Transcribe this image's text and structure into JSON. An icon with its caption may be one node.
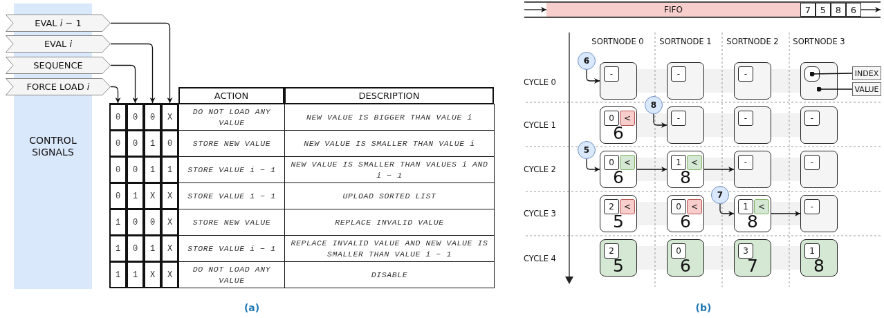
{
  "diagram": {
    "nodes": [
      {
        "text": [
          "CONTROL SIGNALS"
        ]
      },
      {
        "text": [
          "EVAL *i* − 1"
        ]
      },
      {
        "text": [
          "EVAL *i*"
        ]
      },
      {
        "text": [
          "SEQUENCE"
        ]
      },
      {
        "text": [
          "FORCE LOAD *i*"
        ]
      },
      {
        "text": [
          "FIFO"
        ]
      },
      {
        "text": [
          "7"
        ]
      },
      {
        "text": [
          "5"
        ]
      },
      {
        "text": [
          "8"
        ]
      },
      {
        "text": [
          "6"
        ]
      },
      {
        "text": [
          "6"
        ]
      },
      {
        "text": [],
        "shape": "box"
      },
      {
        "text": [
          "-"
        ],
        "in": 11
      },
      {
        "text": [],
        "shape": "box"
      },
      {
        "text": [
          "-"
        ],
        "in": 13
      },
      {
        "text": [],
        "shape": "box"
      },
      {
        "text": [
          "-"
        ],
        "in": 15
      },
      {
        "text": [],
        "shape": "box"
      },
      {
        "text": [],
        "shape": "box",
        "in": 17
      },
      {
        "text": [
          "INDEX"
        ]
      },
      {
        "text": [
          "VALUE"
        ]
      },
      {
        "text": [
          "6"
        ]
      },
      {
        "text": [
          "0"
        ],
        "in": 21
      },
      {
        "text": [
          "<"
        ],
        "in": 21
      },
      {
        "text": [
          "8"
        ]
      },
      {
        "text": [],
        "shape": "box"
      },
      {
        "text": [
          "-"
        ],
        "in": 25
      },
      {
        "text": [],
        "shape": "box"
      },
      {
        "text": [
          "-"
        ],
        "in": 27
      },
      {
        "text": [],
        "shape": "box"
      },
      {
        "text": [
          "-"
        ],
        "in": 29
      },
      {
        "text": [
          "5"
        ]
      },
      {
        "text": [
          "6"
        ]
      },
      {
        "text": [
          "0"
        ],
        "in": 32
      },
      {
        "text": [
          "<"
        ],
        "in": 32
      },
      {
        "text": [
          "8"
        ]
      },
      {
        "text": [
          "1"
        ],
        "in": 35
      },
      {
        "text": [
          "<"
        ],
        "in": 35
      },
      {
        "text": [],
        "shape": "box"
      },
      {
        "text": [
          "-"
        ],
        "in": 38
      },
      {
        "text": [],
        "shape": "box"
      },
      {
        "text": [
          "-"
        ],
        "in": 40
      },
      {
        "text": [
          "5"
        ]
      },
      {
        "text": [
          "2"
        ],
        "in": 42
      },
      {
        "text": [
          "<"
        ],
        "in": 42
      },
      {
        "text": [
          "6"
        ]
      },
      {
        "text": [
          "0"
        ],
        "in": 45
      },
      {
        "text": [
          "<"
        ],
        "in": 45
      },
      {
        "text": [
          "7"
        ]
      },
      {
        "text": [
          "8"
        ]
      },
      {
        "text": [
          "1"
        ],
        "in": 49
      },
      {
        "text": [
          "<"
        ],
        "in": 49
      },
      {
        "text": [],
        "shape": "box"
      },
      {
        "text": [
          "-"
        ],
        "in": 52
      },
      {
        "text": [
          "5"
        ]
      },
      {
        "text": [
          "2"
        ],
        "in": 54
      },
      {
        "text": [
          "6"
        ]
      },
      {
        "text": [
          "0"
        ],
        "in": 56
      },
      {
        "text": [
          "7"
        ]
      },
      {
        "text": [
          "3"
        ],
        "in": 58
      },
      {
        "text": [
          "8"
        ]
      },
      {
        "text": [
          "1"
        ],
        "in": 60
      },
      {
        "text": [],
        "shape": "bar"
      },
      {
        "text": [],
        "shape": "bar"
      },
      {
        "text": [],
        "shape": "bar"
      },
      {
        "text": [],
        "shape": "bar"
      }
    ],
    "edges": [
      {
        "from": 1,
        "to": 65,
        "arrow": "to"
      },
      {
        "from": 2,
        "to": 64,
        "arrow": "to"
      },
      {
        "from": 3,
        "to": 63,
        "arrow": "to"
      },
      {
        "from": 4,
        "to": 62,
        "arrow": "to"
      },
      {
        "from": null,
        "to": 5,
        "arrow": "to"
      },
      {
        "from": 9,
        "to": null,
        "arrow": "to"
      },
      {
        "from": 10,
        "to": 11,
        "arrow": "to"
      },
      {
        "from": 19,
        "to": 18,
        "arrow": "other"
      },
      {
        "from": 20,
        "to": 17,
        "arrow": "other"
      },
      {
        "from": 24,
        "to": 25,
        "arrow": "to"
      },
      {
        "from": 31,
        "to": 32,
        "arrow": "to"
      },
      {
        "from": 32,
        "to": 35,
        "arrow": "to"
      },
      {
        "from": 35,
        "to": 38,
        "arrow": "to"
      },
      {
        "from": 48,
        "to": 49,
        "arrow": "to"
      },
      {
        "from": 49,
        "to": 52,
        "arrow": "to"
      }
    ],
    "labels": [
      "ACTION",
      "DESCRIPTION",
      "0",
      "0",
      "0",
      "X",
      "DO NOT LOAD ANY VALUE",
      "NEW VALUE IS BIGGER THAN VALUE *i*",
      "0",
      "0",
      "1",
      "0",
      "STORE NEW VALUE",
      "NEW VALUE IS SMALLER THAN VALUE *i*",
      "0",
      "0",
      "1",
      "1",
      "STORE VALUE *i* − 1",
      "NEW VALUE IS SMALLER THAN VALUES *i* AND *i* − 1",
      "0",
      "1",
      "X",
      "X",
      "STORE VALUE *i* − 1",
      "UPLOAD SORTED LIST",
      "1",
      "0",
      "0",
      "X",
      "STORE NEW VALUE",
      "REPLACE INVALID VALUE",
      "1",
      "0",
      "1",
      "X",
      "STORE VALUE *i* − 1",
      "REPLACE INVALID VALUE AND NEW VALUE IS SMALLER THAN VALUE *i* − 1",
      "1",
      "1",
      "X",
      "X",
      "DO NOT LOAD ANY VALUE",
      "DISABLE",
      "SORTNODE 0",
      "SORTNODE 1",
      "SORTNODE 2",
      "SORTNODE 3",
      "CYCLE 0",
      "CYCLE 1",
      "CYCLE 2",
      "CYCLE 3",
      "CYCLE 4",
      "(a)",
      "(b)"
    ]
  }
}
